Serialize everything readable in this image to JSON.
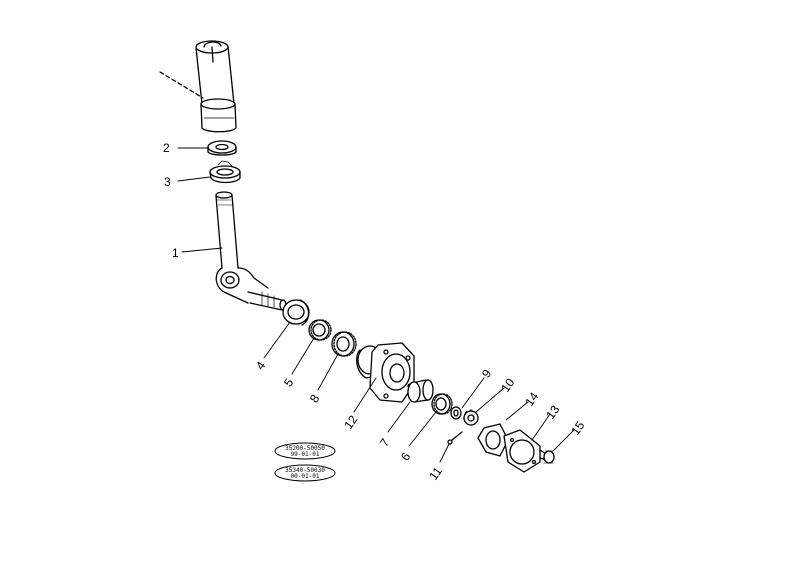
{
  "callouts": {
    "c1": "1",
    "c2": "2",
    "c3": "3",
    "c4": "4",
    "c5": "5",
    "c6": "6",
    "c7": "7",
    "c8": "8",
    "c9": "9",
    "c10": "10",
    "c11": "11",
    "c12": "12",
    "c13": "13",
    "c14": "14",
    "c15": "15"
  },
  "ref_tags": [
    {
      "code": "35200-50050",
      "date": "99-01-01"
    },
    {
      "code": "35340-50030",
      "date": "00-01-01"
    }
  ]
}
